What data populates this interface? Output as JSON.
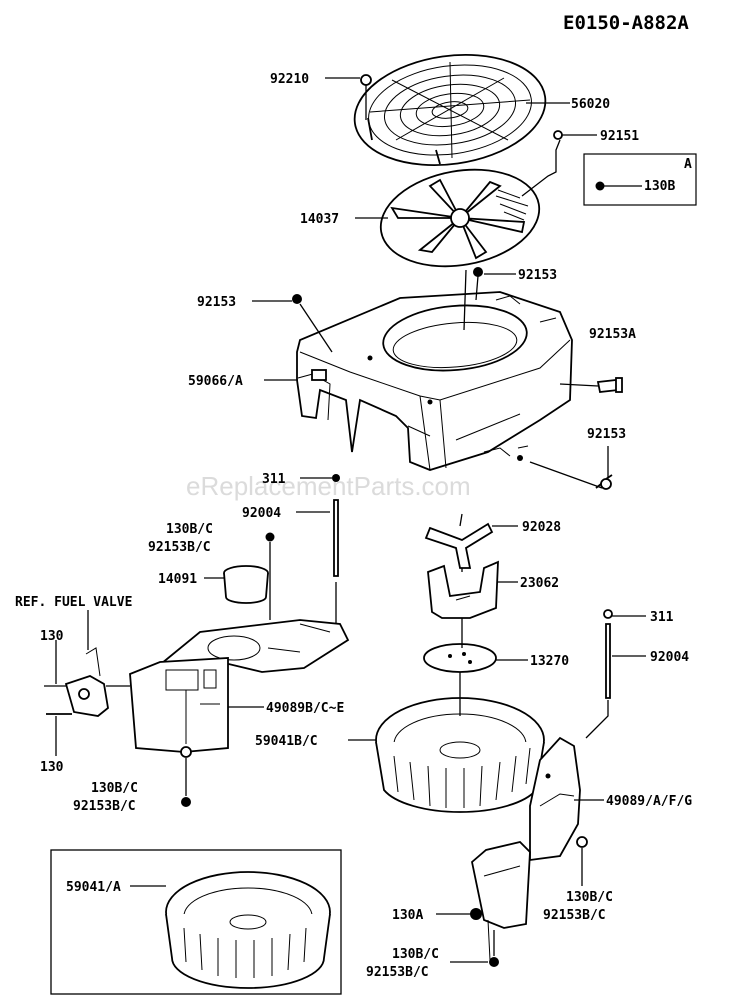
{
  "diagram_code": "E0150-A882A",
  "watermark": "eReplacementParts.com",
  "inset_a": {
    "letter": "A",
    "part": "130B"
  },
  "callouts": {
    "p92210": "92210",
    "p56020": "56020",
    "p92151": "92151",
    "p14037": "14037",
    "p92153_top": "92153",
    "p92153_left": "92153",
    "p92153A": "92153A",
    "p59066A": "59066/A",
    "p92153_right": "92153",
    "p311_left": "311",
    "p92004_left": "92004",
    "p130BC_top": "130B/C",
    "p92153BC_top": "92153B/C",
    "p92028": "92028",
    "p14091": "14091",
    "ref_fuel_valve": "REF. FUEL VALVE",
    "p23062": "23062",
    "p311_right": "311",
    "p92004_right": "92004",
    "p130_top": "130",
    "p13270": "13270",
    "p49089BCE": "49089B/C~E",
    "p59041BC": "59041B/C",
    "p130_bottom": "130",
    "p130BC_lower_left": "130B/C",
    "p92153BC_lower_left": "92153B/C",
    "p49089AFG": "49089/A/F/G",
    "p59041A": "59041/A",
    "p130BC_lower_right": "130B/C",
    "p92153BC_lower_right": "92153B/C",
    "p130A": "130A",
    "p130BC_bottom": "130B/C",
    "p92153BC_bottom": "92153B/C"
  }
}
